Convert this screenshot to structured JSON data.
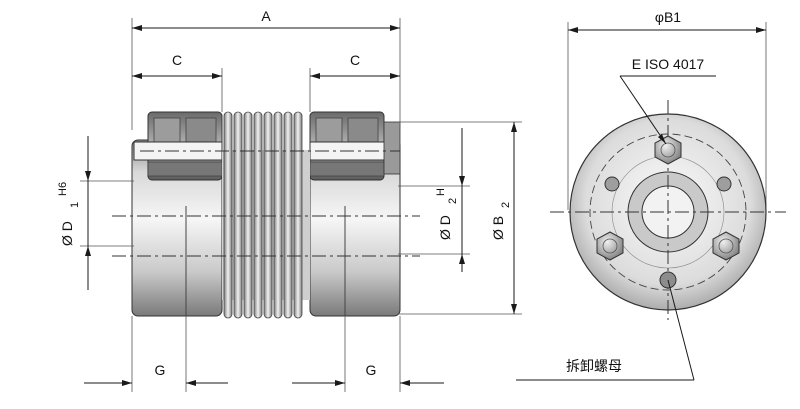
{
  "labels": {
    "overall_length": "A",
    "hub_length": "C",
    "screw_distance": "G",
    "bore_diameter_1": "Ø D",
    "bore_diameter_1_sub": "1",
    "bore_diameter_1_sup": "H6",
    "bore_diameter_2": "Ø D",
    "bore_diameter_2_sub": "2",
    "bore_diameter_2_sup": "H",
    "outer_diameter": "Ø B",
    "outer_diameter_sub": "2",
    "outer_diameter_end": "φB1",
    "screw_standard": "E ISO 4017",
    "removal_nut": "拆卸螺母"
  },
  "colors": {
    "metal_light": "#e9e9e9",
    "metal_mid": "#bdbdbd",
    "metal_dark": "#6f6f6f",
    "line": "#1a1a1a"
  }
}
